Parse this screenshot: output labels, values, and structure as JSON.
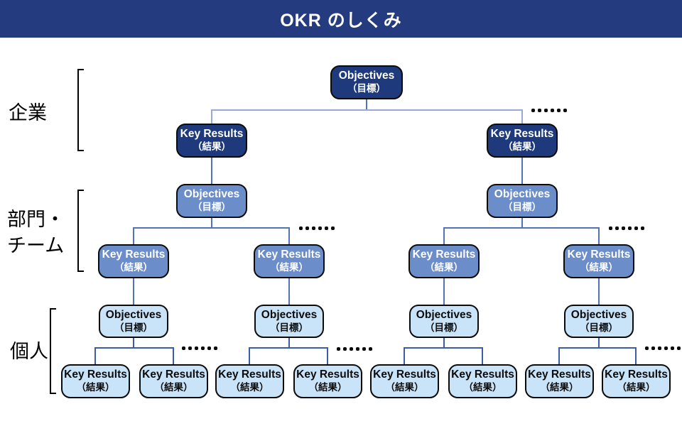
{
  "title": "OKR のしくみ",
  "node_labels": {
    "objectives": "Objectives",
    "objectives_sub": "（目標）",
    "key_results": "Key Results",
    "key_results_sub": "（結果）"
  },
  "row_labels": {
    "company": "企業",
    "department_line1": "部門・",
    "department_line2": "チーム",
    "individual": "個人"
  },
  "ellipsis": {
    "dot_count": 6
  },
  "colors": {
    "title_bg": "#243c7f",
    "level1_fill": "#1f3a7c",
    "level2_fill": "#6b8dc9",
    "level3_fill": "#c9e4f8",
    "connector_light": "#97aad4",
    "connector_medium": "#5273b4",
    "connector_dark": "#3c5ca8"
  }
}
